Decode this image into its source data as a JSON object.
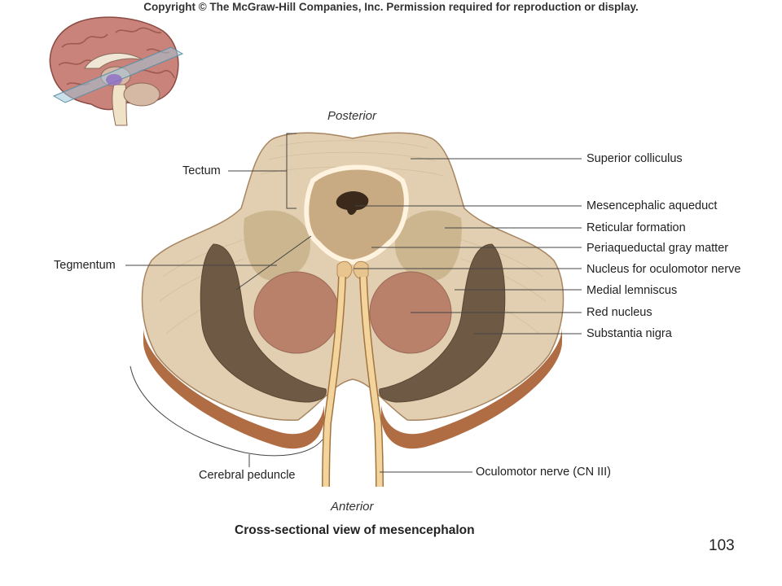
{
  "copyright": "Copyright © The McGraw-Hill Companies, Inc. Permission required for reproduction or display.",
  "orientation": {
    "posterior": "Posterior",
    "anterior": "Anterior"
  },
  "labels": {
    "tectum": "Tectum",
    "tegmentum": "Tegmentum",
    "cerebral_peduncle": "Cerebral peduncle",
    "superior_colliculus": "Superior colliculus",
    "mesencephalic_aqueduct": "Mesencephalic aqueduct",
    "reticular_formation": "Reticular formation",
    "periaqueductal_gray": "Periaqueductal gray matter",
    "oculomotor_nucleus": "Nucleus for oculomotor nerve",
    "medial_lemniscus": "Medial lemniscus",
    "red_nucleus": "Red nucleus",
    "substantia_nigra": "Substantia nigra",
    "oculomotor_nerve": "Oculomotor nerve (CN III)"
  },
  "caption": "Cross-sectional view of mesencephalon",
  "page_number": "103"
}
